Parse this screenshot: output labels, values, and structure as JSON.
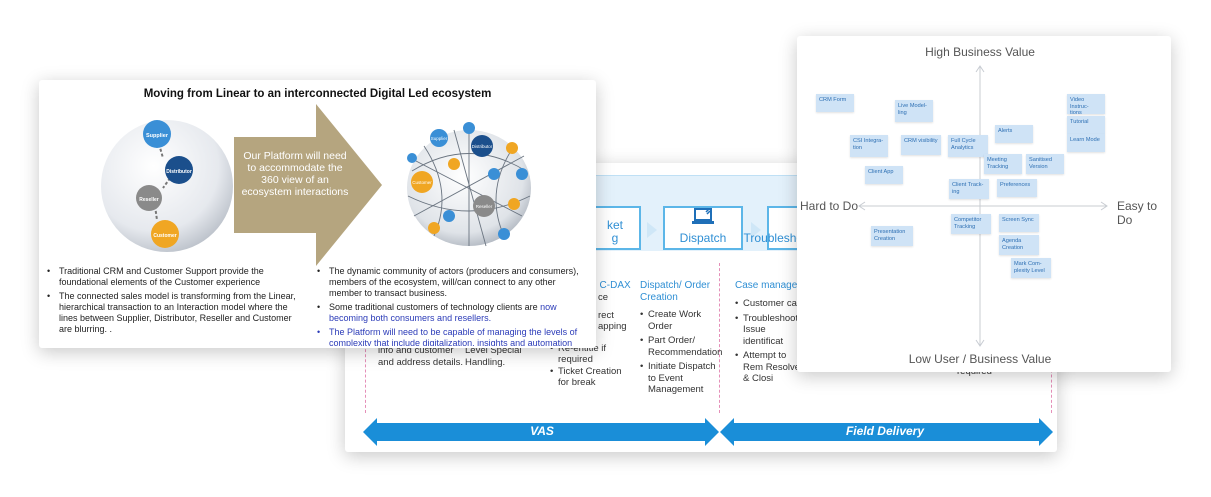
{
  "left_slide": {
    "title": "Moving from Linear to an interconnected Digital Led ecosystem",
    "linear_nodes": [
      "Supplier",
      "Distributor",
      "Reseller",
      "Customer"
    ],
    "arrow_text": "Our Platform will need to accommodate the 360 view of an ecosystem interactions",
    "eco_nodes": [
      "Supplier",
      "Distributor",
      "Customer",
      "Reseller"
    ],
    "left_bullets": [
      "Traditional CRM and Customer Support provide the foundational elements of the Customer experience",
      "The connected sales model is transforming from the Linear, hierarchical transaction to an Interaction model where the lines between Supplier, Distributor, Reseller and Customer are blurring. ."
    ],
    "right_bullets": {
      "b1": "The dynamic community of actors (producers and consumers), members of the ecosystem, will/can connect to any other member to transact business.",
      "b2_plain": "Some traditional customers of technology clients are ",
      "b2_blue": "now becoming both consumers and resellers.",
      "b3": "The Platform will need to be capable of managing the levels of complexity that include digitalization, insights and automation"
    },
    "colors": {
      "arrow": "#b5a57f",
      "supplier": "#3a8fd6",
      "distributor": "#1b4f8c",
      "reseller": "#8a8a8a",
      "customer": "#f0a623"
    }
  },
  "middle_slide": {
    "process": [
      "Ticket Logging",
      "Dispatch",
      "Troubleshooting/ Diagnosis"
    ],
    "partial_box_text": [
      "ket",
      "g"
    ],
    "col0_fragments": [
      "info and customer",
      "and address details."
    ],
    "col1_fragments": [
      "Level Special",
      "Handling."
    ],
    "col2": {
      "heading": ": C-DAX",
      "frags": [
        "ce",
        "rect",
        "apping"
      ],
      "items": [
        "Re-entitle if required",
        "Ticket Creation for break"
      ]
    },
    "col3": {
      "heading": "Dispatch/ Order Creation",
      "items": [
        "Create Work Order",
        "Part Order/ Recommendation",
        "Initiate Dispatch to Event Management"
      ]
    },
    "col4": {
      "heading": "Case manageme",
      "items": [
        "Customer callb",
        "Troubleshootin Issue identificat",
        "Attempt to Rem Resolve & Closi"
      ],
      "extra": "required"
    },
    "arrows": [
      "VAS",
      "Field Delivery"
    ],
    "colors": {
      "accent": "#1a8ed8",
      "box_border": "#5cb6e8"
    }
  },
  "right_slide": {
    "axis": {
      "top": "High Business Value",
      "bottom": "Low User / Business Value",
      "left": "Hard to Do",
      "right": "Easy to Do"
    },
    "notes": {
      "crm_form": "CRM Form",
      "live_modeling": "Live Model- ling",
      "video": "Video Instruc- tions",
      "tutorial": "Tutorial",
      "learn_mode": "Learn Mode",
      "alerts": "Alerts",
      "csi": "CSI Integra- tion",
      "crm_visibility": "CRM visibility",
      "full_cycle": "Full Cycle Analytics",
      "meeting_tracking": "Meeting Tracking",
      "sanitised": "Sanitised Version",
      "client_app": "Client App",
      "client_tracking": "Client Track- ing",
      "preferences": "Preferences",
      "presentation": "Presentation Creation",
      "competitor": "Competitor Tracking",
      "screen_sync": "Screen Sync",
      "agenda": "Agenda Creation",
      "complexity": "Mark Com- plexity Level"
    },
    "colors": {
      "note": "#cfe3f6",
      "note_text": "#2d6fb3"
    }
  }
}
